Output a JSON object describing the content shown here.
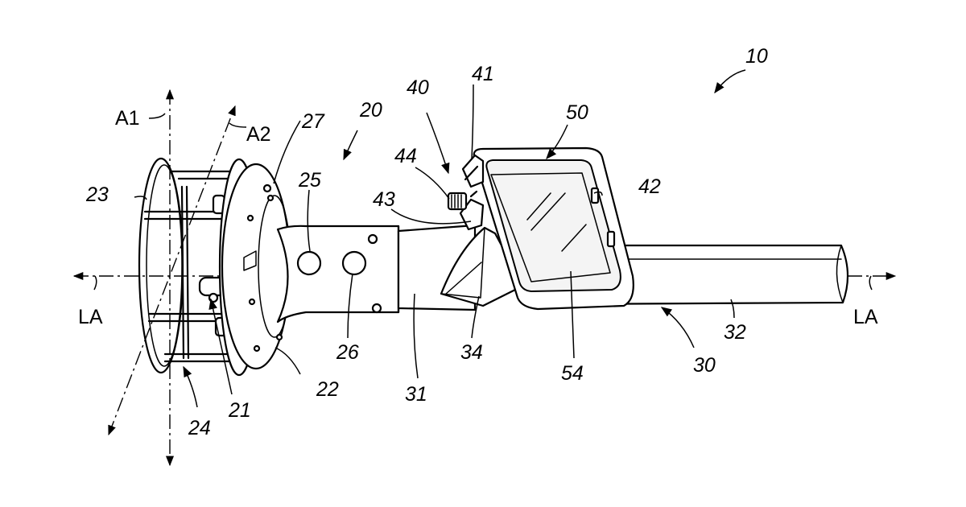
{
  "references": {
    "r10": "10",
    "r20": "20",
    "r21": "21",
    "r22": "22",
    "r23": "23",
    "r24": "24",
    "r25": "25",
    "r26": "26",
    "r27": "27",
    "r30": "30",
    "r31": "31",
    "r32": "32",
    "r34": "34",
    "r40": "40",
    "r41": "41",
    "r42": "42",
    "r43": "43",
    "r44": "44",
    "r50": "50",
    "r54": "54"
  },
  "axes": {
    "a1": "A1",
    "a2": "A2",
    "la_left": "LA",
    "la_right": "LA"
  }
}
